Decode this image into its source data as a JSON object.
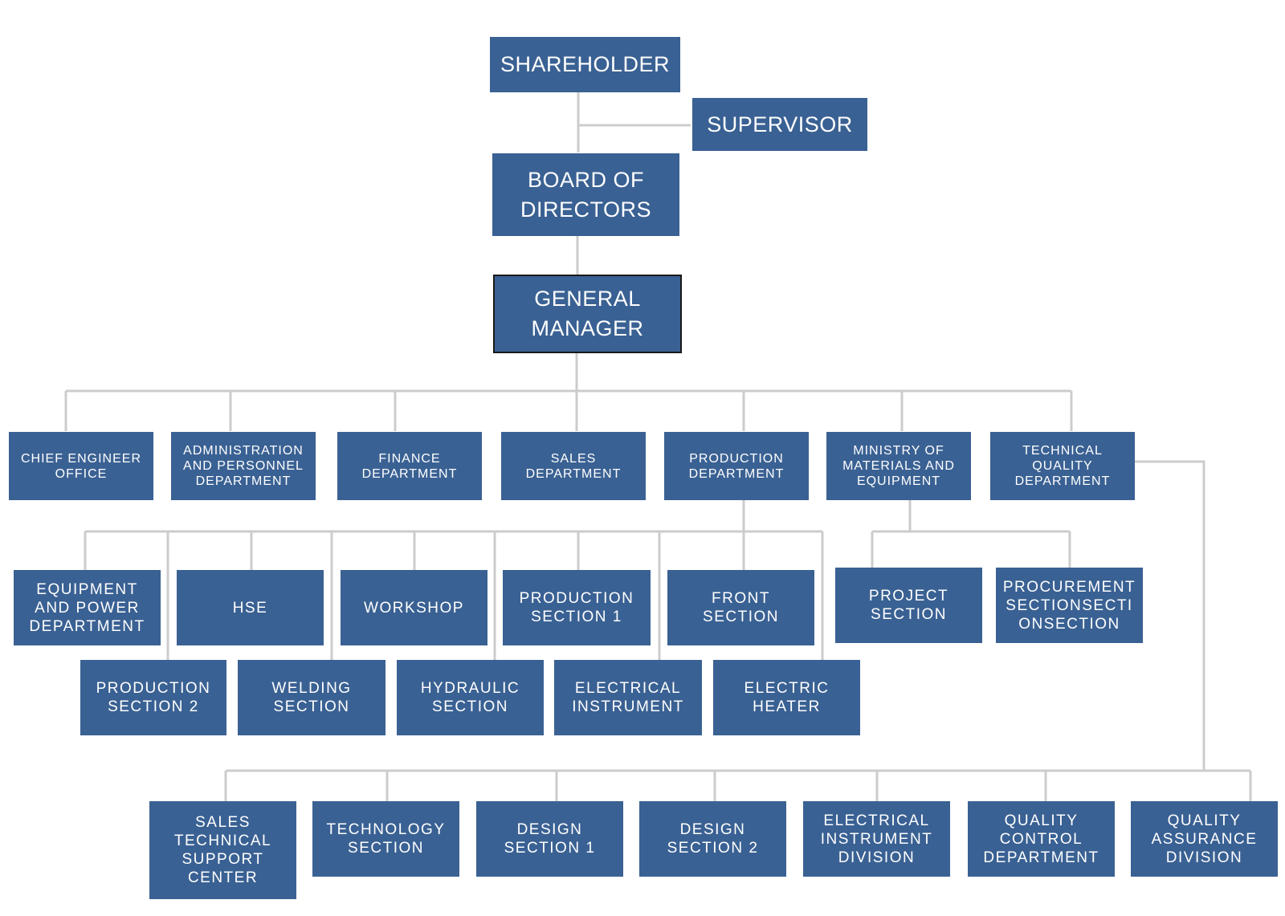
{
  "org_chart": {
    "top": {
      "shareholder": "SHAREHOLDER",
      "supervisor": "SUPERVISOR",
      "board": "BOARD OF\nDIRECTORS",
      "general_manager": "GENERAL\nMANAGER"
    },
    "departments": [
      "CHIEF ENGINEER\nOFFICE",
      "ADMINISTRATION\nAND PERSONNEL\nDEPARTMENT",
      "FINANCE\nDEPARTMENT",
      "SALES DEPARTMENT",
      "PRODUCTION\nDEPARTMENT",
      "MINISTRY OF\nMATERIALS AND\nEQUIPMENT",
      "TECHNICAL QUALITY\nDEPARTMENT"
    ],
    "production_units": [
      "EQUIPMENT\nAND POWER\nDEPARTMENT",
      "HSE",
      "WORKSHOP",
      "PRODUCTION\nSECTION 1",
      "FRONT\nSECTION",
      "PRODUCTION\nSECTION 2",
      "WELDING\nSECTION",
      "HYDRAULIC\nSECTION",
      "ELECTRICAL\nINSTRUMENT",
      "ELECTRIC\nHEATER"
    ],
    "materials_units": [
      "PROJECT\nSECTION",
      "PROCUREMENT\nSECTIONSECTI\nONSECTION"
    ],
    "technical_units": [
      "SALES\nTECHNICAL\nSUPPORT\nCENTER",
      "TECHNOLOGY\nSECTION",
      "DESIGN\nSECTION 1",
      "DESIGN\nSECTION 2",
      "ELECTRICAL\nINSTRUMENT\nDIVISION",
      "QUALITY\nCONTROL\nDEPARTMENT",
      "QUALITY\nASSURANCE\nDIVISION"
    ]
  },
  "colors": {
    "box": "#3a6193",
    "text": "#ffffff",
    "connector": "#cccccc",
    "highlight_border": "#1a1a1a"
  }
}
